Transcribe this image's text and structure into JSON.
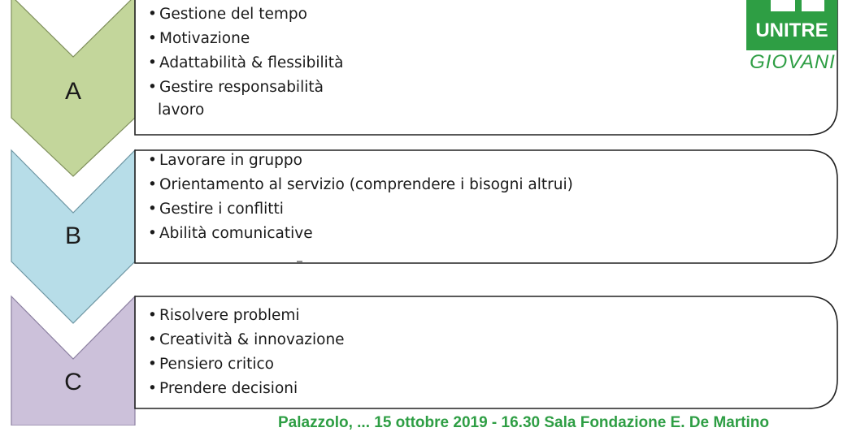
{
  "groups": [
    {
      "letter": "A",
      "color": "#c3d69b",
      "items": [
        "Gestione del tempo",
        "Motivazione",
        "Adattabilità & flessibilità",
        "Gestire responsabilità"
      ],
      "continuation": "lavoro"
    },
    {
      "letter": "B",
      "color": "#b7dde8",
      "items": [
        "Lavorare in gruppo",
        "Orientamento al servizio (comprendere i bisogni altrui)",
        "Gestire i conflitti",
        "Abilità comunicative"
      ]
    },
    {
      "letter": "C",
      "color": "#ccc1da",
      "items": [
        "Risolvere problemi",
        "Creatività & innovazione",
        "Pensiero critico",
        "Prendere decisioni"
      ]
    }
  ],
  "logo": {
    "name": "UNITRE",
    "sub": "GIOVANI",
    "color": "#2e9e44"
  },
  "footer": "Palazzolo, ... 15 ottobre 2019 - 16.30 Sala Fondazione E. De Martino"
}
